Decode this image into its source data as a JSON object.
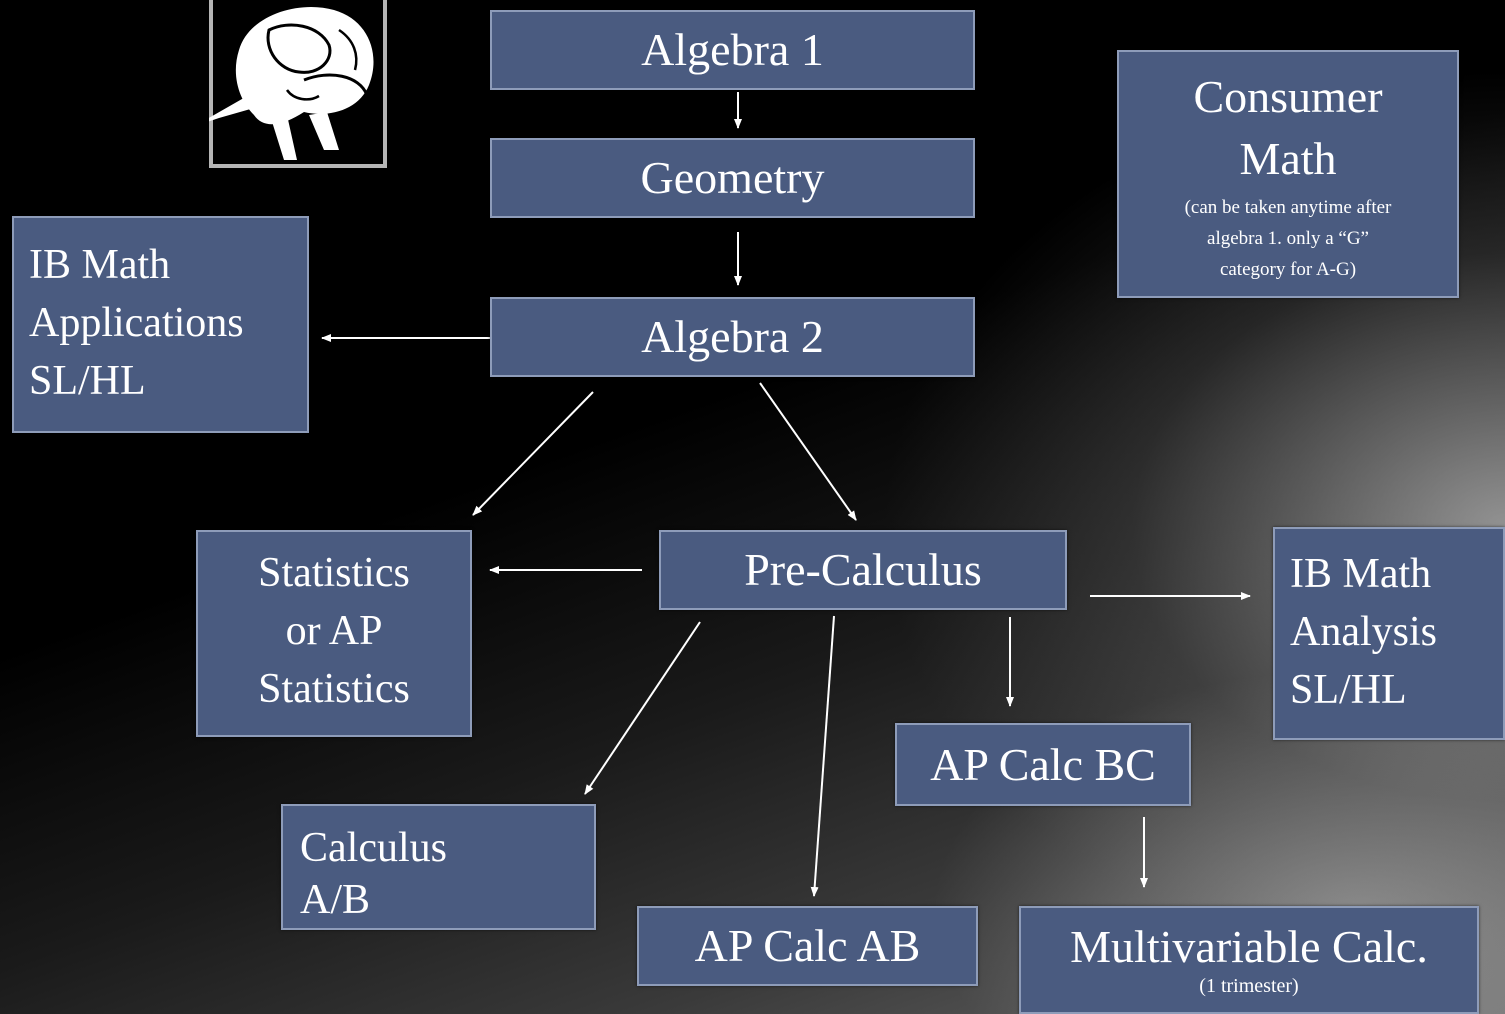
{
  "nodes": {
    "algebra1": {
      "label": "Algebra 1"
    },
    "geometry": {
      "label": "Geometry"
    },
    "algebra2": {
      "label": "Algebra 2"
    },
    "consumer_math": {
      "lines": [
        "Consumer",
        "Math"
      ],
      "note_lines": [
        "(can be taken anytime  after",
        "algebra 1. only  a “G”",
        "category  for A-G)"
      ]
    },
    "ib_math_applications": {
      "lines": [
        "IB Math",
        "Applications",
        "SL/HL"
      ]
    },
    "statistics": {
      "lines": [
        "Statistics",
        "or AP",
        "Statistics"
      ]
    },
    "pre_calculus": {
      "label": "Pre-Calculus"
    },
    "ib_math_analysis": {
      "lines": [
        "IB Math",
        "Analysis",
        "SL/HL"
      ]
    },
    "ap_calc_bc": {
      "label": "AP Calc BC"
    },
    "calculus_ab": {
      "lines": [
        "Calculus",
        "A/B"
      ]
    },
    "ap_calc_ab": {
      "label": "AP Calc AB"
    },
    "multivariable_calc": {
      "label": "Multivariable Calc.",
      "note": "(1 trimester)"
    }
  },
  "edges": [
    {
      "from": "algebra1",
      "to": "geometry"
    },
    {
      "from": "geometry",
      "to": "algebra2"
    },
    {
      "from": "algebra2",
      "to": "ib_math_applications"
    },
    {
      "from": "algebra2",
      "to": "statistics"
    },
    {
      "from": "algebra2",
      "to": "pre_calculus"
    },
    {
      "from": "pre_calculus",
      "to": "statistics"
    },
    {
      "from": "pre_calculus",
      "to": "ib_math_analysis"
    },
    {
      "from": "pre_calculus",
      "to": "ap_calc_bc"
    },
    {
      "from": "pre_calculus",
      "to": "calculus_ab"
    },
    {
      "from": "pre_calculus",
      "to": "ap_calc_ab"
    },
    {
      "from": "ap_calc_bc",
      "to": "multivariable_calc"
    }
  ],
  "colors": {
    "box_fill": "#4a5b80",
    "box_border": "#8e9cb9",
    "text": "#ffffff",
    "arrow": "#ffffff",
    "background": "#000000"
  },
  "logo": {
    "icon": "archer-logo-icon"
  }
}
